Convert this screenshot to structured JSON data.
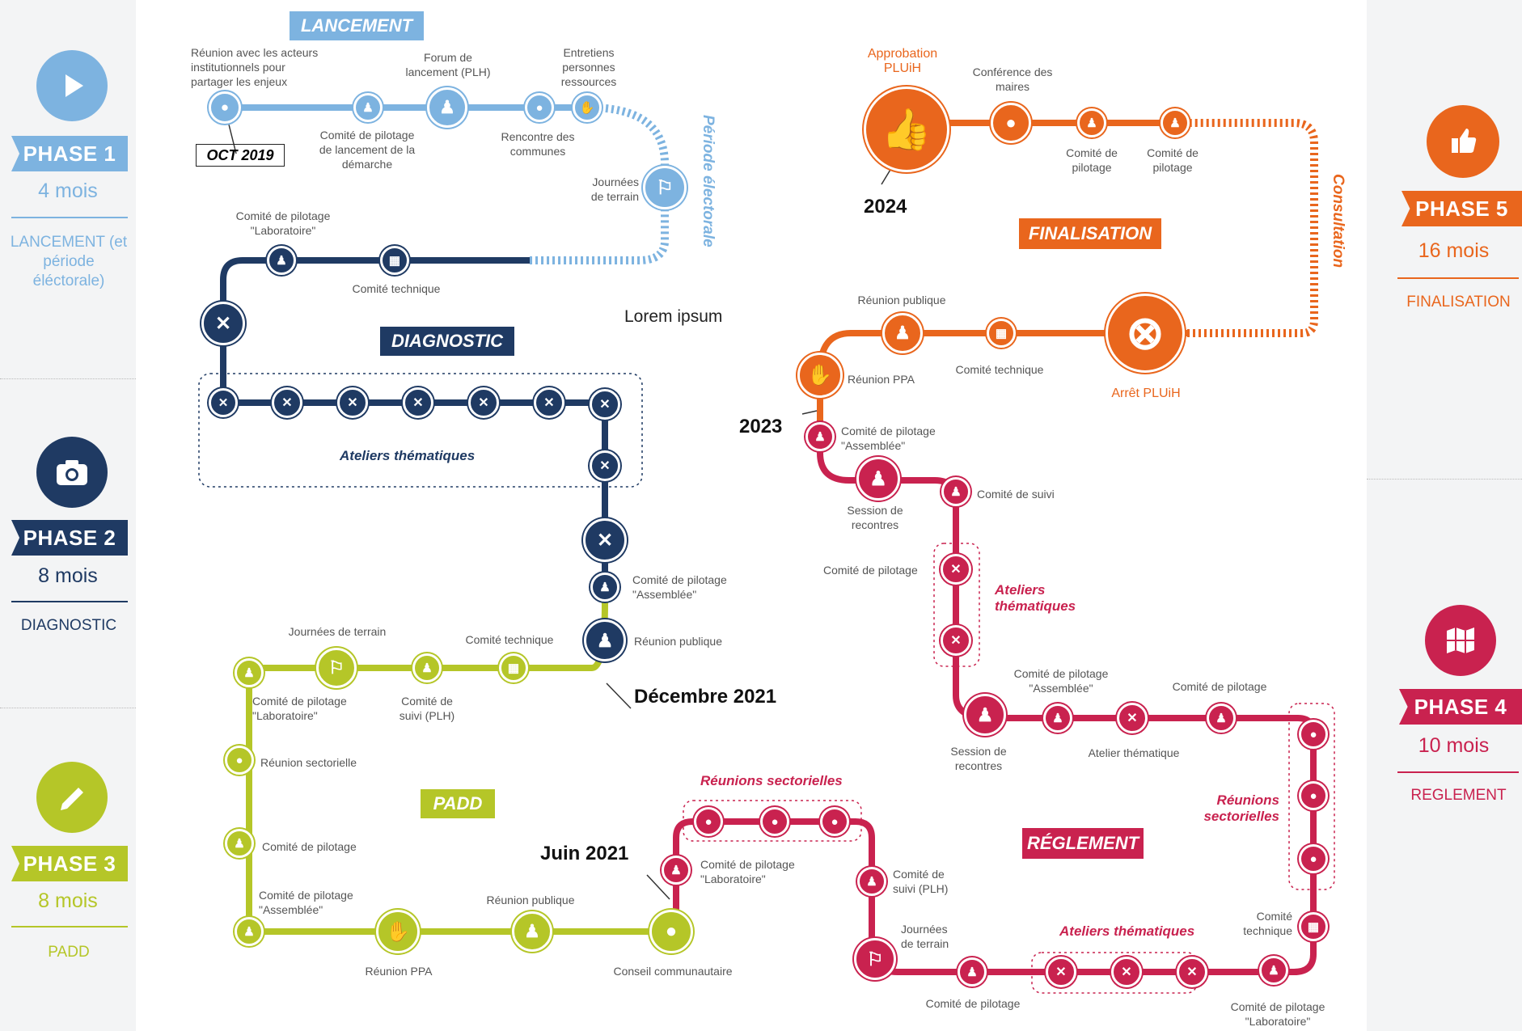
{
  "colors": {
    "lancement": "#7db3e0",
    "diagnostic": "#1f3a63",
    "padd": "#b5c628",
    "reglement": "#c9224f",
    "finalisation": "#e9661d"
  },
  "phases": [
    {
      "label": "PHASE 1",
      "duration": "4 mois",
      "name": "LANCEMENT (et période éléctorale)",
      "icon": "play-icon"
    },
    {
      "label": "PHASE 2",
      "duration": "8 mois",
      "name": "DIAGNOSTIC",
      "icon": "camera-icon"
    },
    {
      "label": "PHASE 3",
      "duration": "8 mois",
      "name": "PADD",
      "icon": "pencil-icon"
    },
    {
      "label": "PHASE 4",
      "duration": "10 mois",
      "name": "REGLEMENT",
      "icon": "map-icon"
    },
    {
      "label": "PHASE 5",
      "duration": "16 mois",
      "name": "FINALISATION",
      "icon": "thumbs-up-icon"
    }
  ],
  "section_tags": {
    "lancement": "LANCEMENT",
    "diagnostic": "DIAGNOSTIC",
    "padd": "PADD",
    "reglement": "RÉGLEMENT",
    "finalisation": "FINALISATION"
  },
  "dates": {
    "oct2019": "OCT 2019",
    "dec2021": "Décembre 2021",
    "juin2021": "Juin 2021",
    "y2023": "2023",
    "y2024": "2024"
  },
  "lorem": "Lorem ipsum",
  "lancement_labels": {
    "reunion_acteurs": "Réunion avec les acteurs institutionnels pour partager les enjeux",
    "comite_lancement": "Comité de pilotage de lancement de la démarche",
    "forum": "Forum de lancement (PLH)",
    "rencontre": "Rencontre des communes",
    "entretiens": "Entretiens personnes ressources",
    "journees": "Journées de terrain",
    "periode": "Période électorale"
  },
  "diagnostic_labels": {
    "copil_labo": "Comité de pilotage \"Laboratoire\"",
    "comite_tech": "Comité technique",
    "ateliers": "Ateliers thématiques",
    "copil_assemblee": "Comité de pilotage \"Assemblée\"",
    "reunion_publique": "Réunion publique"
  },
  "padd_labels": {
    "journees": "Journées de terrain",
    "comite_tech": "Comité technique",
    "copil_labo": "Comité de pilotage \"Laboratoire\"",
    "comite_suivi": "Comité de suivi (PLH)",
    "reunion_sect": "Réunion sectorielle",
    "copil": "Comité de pilotage",
    "copil_assemblee": "Comité de pilotage \"Assemblée\"",
    "reunion_publique": "Réunion publique",
    "reunion_ppa": "Réunion PPA",
    "conseil": "Conseil communautaire"
  },
  "reglement_labels": {
    "reunions_sect": "Réunions sectorielles",
    "copil_labo": "Comité de pilotage \"Laboratoire\"",
    "comite_suivi_plh": "Comité de suivi (PLH)",
    "journees": "Journées de terrain",
    "ateliers": "Ateliers thématiques",
    "copil": "Comité de pilotage",
    "copil_labo2": "Comité de pilotage \"Laboratoire\"",
    "comite_tech": "Comité technique",
    "reunions_sect_right": "Réunions sectorielles",
    "copil_right": "Comité de pilotage",
    "atelier_them": "Atelier thématique",
    "copil_assemblee": "Comité de pilotage \"Assemblée\"",
    "session": "Session de recontres",
    "ateliers_top": "Ateliers thématiques",
    "copil_left": "Comité de pilotage",
    "session2": "Session de recontres",
    "comite_suivi": "Comité de suivi",
    "copil_assemblee2": "Comité de pilotage \"Assemblée\""
  },
  "finalisation_labels": {
    "reunion_ppa": "Réunion PPA",
    "reunion_publique": "Réunion publique",
    "comite_tech": "Comité technique",
    "arret": "Arrêt PLUiH",
    "consultation": "Consultation",
    "approbation": "Approbation PLUiH",
    "conference": "Conférence des maires",
    "copil1": "Comité de pilotage",
    "copil2": "Comité de pilotage"
  }
}
